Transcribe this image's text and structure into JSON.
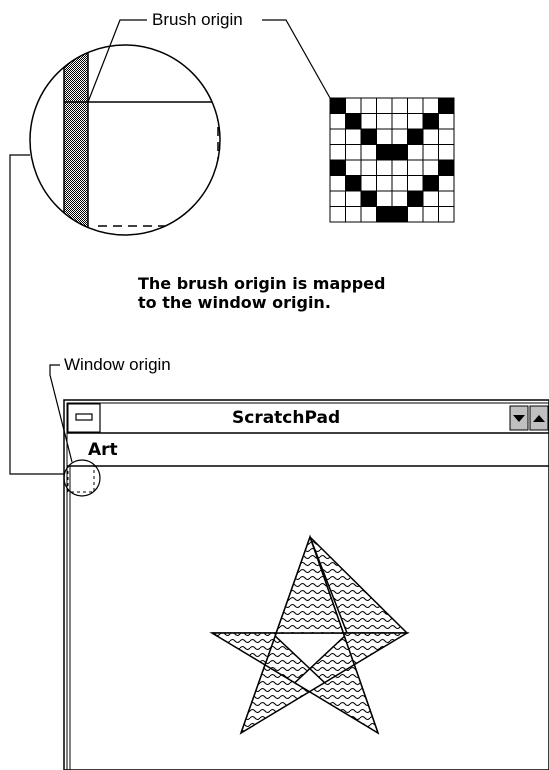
{
  "labels": {
    "brush_origin": "Brush origin",
    "window_origin": "Window origin"
  },
  "caption": {
    "line1": "The brush origin is mapped",
    "line2": "to the window origin."
  },
  "window": {
    "title": "ScratchPad",
    "menu_item": "Art"
  },
  "pattern": {
    "rows": [
      "10000001",
      "01000010",
      "00100100",
      "00011000",
      "10000001",
      "01000010",
      "00100100",
      "00011000"
    ]
  },
  "colors": {
    "ink": "#000000",
    "paper": "#ffffff",
    "stipple": "#b8b8b8"
  }
}
